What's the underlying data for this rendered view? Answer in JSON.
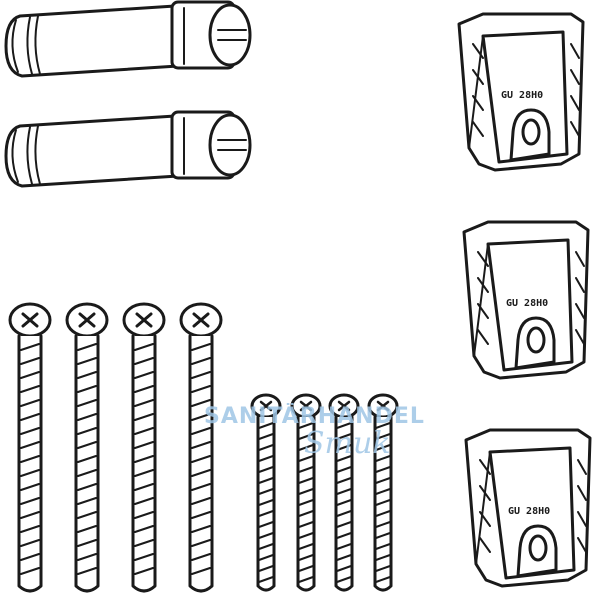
{
  "image": {
    "background": "#ffffff",
    "ink_color": "#1a1a1a",
    "watermark_color": "#9fc6e6"
  },
  "parts": {
    "pins": {
      "count": 2
    },
    "long_screws": {
      "count": 4
    },
    "short_screws": {
      "count": 4
    },
    "clips": {
      "count": 3,
      "label": "GU 28H0"
    }
  },
  "watermark": {
    "line1": "SANITÄRHANDEL",
    "line2": "Smuk"
  }
}
